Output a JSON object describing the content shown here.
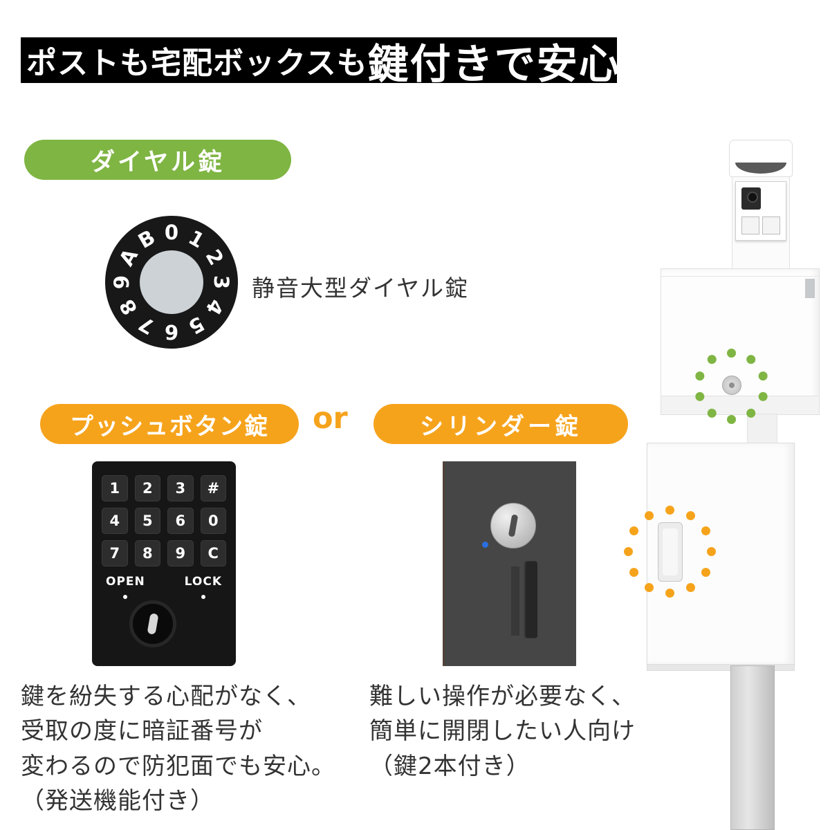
{
  "banner": {
    "prefix": "ポストも宅配ボックスも",
    "emphasis": "鍵付きで安心"
  },
  "colors": {
    "green": "#7fb543",
    "orange": "#f6a31c",
    "banner_bg": "#000000"
  },
  "dial": {
    "badge": "ダイヤル錠",
    "caption": "静音大型ダイヤル錠",
    "chars": [
      "0",
      "1",
      "2",
      "3",
      "4",
      "5",
      "6",
      "7",
      "8",
      "9",
      "A",
      "B"
    ]
  },
  "locks": {
    "push_badge": "プッシュボタン錠",
    "or": "or",
    "cylinder_badge": "シリンダー錠"
  },
  "keypad": {
    "rows": [
      [
        "1",
        "2",
        "3",
        "#"
      ],
      [
        "4",
        "5",
        "6",
        "0"
      ],
      [
        "7",
        "8",
        "9",
        "C"
      ]
    ],
    "open": "OPEN",
    "lock": "LOCK"
  },
  "descriptions": {
    "push": [
      "鍵を紛失する心配がなく、",
      "受取の度に暗証番号が",
      "変わるので防犯面でも安心。",
      "（発送機能付き）"
    ],
    "cylinder": [
      "難しい操作が必要なく、",
      "簡単に開閉したい人向け",
      "（鍵2本付き）"
    ]
  }
}
